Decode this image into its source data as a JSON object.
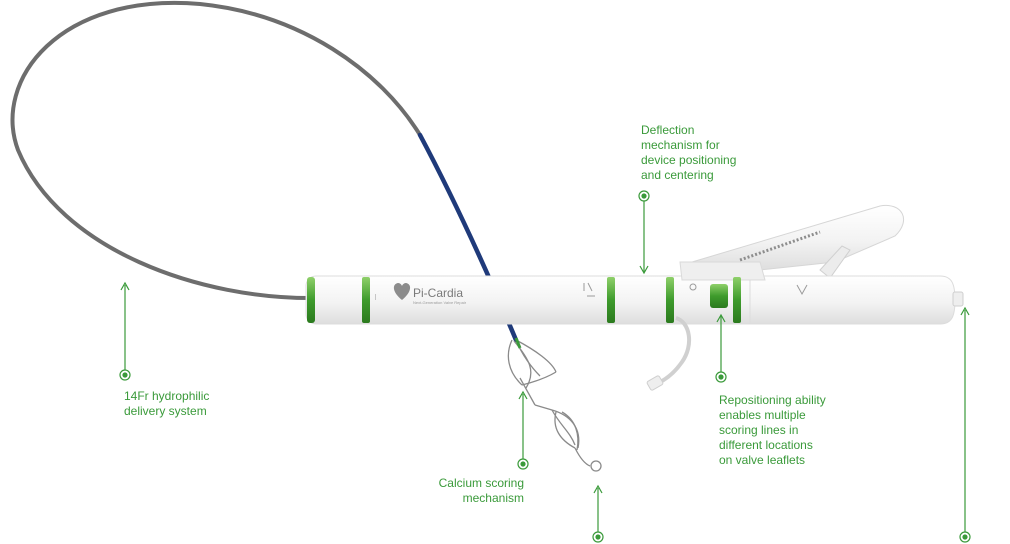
{
  "colors": {
    "accent": "#3a9a3a",
    "device_body": "#f4f4f4",
    "catheter_gray": "#6d6d6d",
    "catheter_blue": "#1f3a7a"
  },
  "device": {
    "brand": "Pi-Cardia",
    "tagline": "Next-Generation Valve Repair",
    "logo_icon": "heart-icon"
  },
  "callouts": [
    {
      "id": "deflection",
      "lines": [
        "Deflection",
        "mechanism for",
        "device positioning",
        "and centering"
      ]
    },
    {
      "id": "delivery",
      "lines": [
        "14Fr hydrophilic",
        "delivery system"
      ]
    },
    {
      "id": "repositioning",
      "lines": [
        "Repositioning ability",
        "enables multiple",
        "scoring lines in",
        "different locations",
        "on valve leaflets"
      ]
    },
    {
      "id": "calcium",
      "lines": [
        "Calcium scoring",
        "mechanism"
      ]
    }
  ]
}
